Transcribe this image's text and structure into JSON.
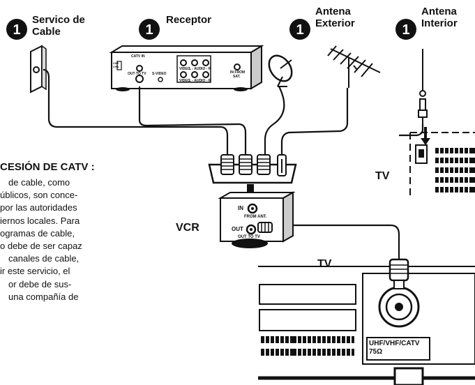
{
  "sources": [
    {
      "number": "1",
      "lines": [
        "Servico de",
        "Cable"
      ]
    },
    {
      "number": "1",
      "lines": [
        "Receptor"
      ]
    },
    {
      "number": "1",
      "lines": [
        "Antena",
        "Exterior"
      ]
    },
    {
      "number": "1",
      "lines": [
        "Antena",
        "Interior"
      ]
    }
  ],
  "receiver_labels": {
    "catv_in": "CATV IN",
    "out_to_tv": "OUT TO TV",
    "s_video": "S-VIDEO",
    "video": "VIDEO",
    "l_audio_r": "L - AUDIO - R",
    "in_from_sat": "IN FROM",
    "sat": "SAT.",
    "ch": "CH3 CH4"
  },
  "sidebar": {
    "title": "CESIÓN DE CATV :",
    "lines": [
      "de cable, como",
      "úblicos, son conce-",
      "por las autoridades",
      "iernos locales. Para",
      "ogramas de cable,",
      "o debe de ser capaz",
      "canales de cable,",
      "ir este servicio, el",
      "or debe de sus-",
      "una compañía de"
    ]
  },
  "vcr": {
    "label": "VCR",
    "in": "IN",
    "from_ant": "FROM ANT.",
    "out": "OUT",
    "out_to_tv": "OUT TO TV"
  },
  "tv_labels": {
    "small": "TV",
    "large": "TV"
  },
  "tv_input": {
    "line1": "UHF/VHF/CATV",
    "line2": "75Ω"
  },
  "colors": {
    "ink": "#111111",
    "paper": "#ffffff"
  }
}
